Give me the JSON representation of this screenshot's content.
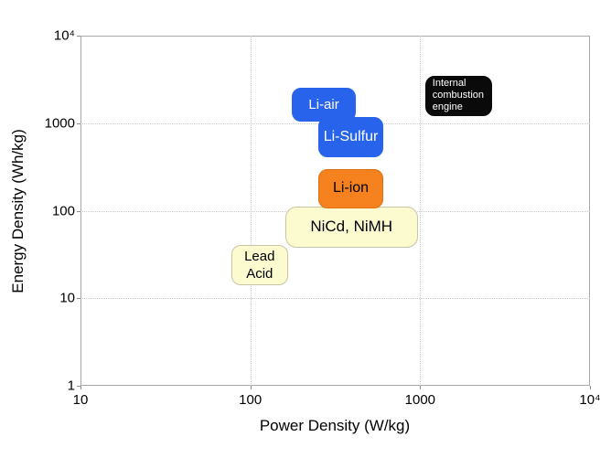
{
  "chart_data": {
    "type": "scatter",
    "title": "",
    "xlabel": "Power Density (W/kg)",
    "ylabel": "Energy Density (Wh/kg)",
    "x_scale": "log",
    "y_scale": "log",
    "xlim": [
      10,
      10000
    ],
    "ylim": [
      1,
      10000
    ],
    "grid": "dotted-major",
    "grid_color": "#C9C9C9",
    "axis_color": "#A8A8A8",
    "legend": "none",
    "x_ticks": [
      {
        "value": 10,
        "label": "10"
      },
      {
        "value": 100,
        "label": "100"
      },
      {
        "value": 1000,
        "label": "1000"
      },
      {
        "value": 10000,
        "label": "10⁴"
      }
    ],
    "y_ticks": [
      {
        "value": 1,
        "label": "1"
      },
      {
        "value": 10,
        "label": "10"
      },
      {
        "value": 100,
        "label": "100"
      },
      {
        "value": 1000,
        "label": "1000"
      },
      {
        "value": 10000,
        "label": "10⁴"
      }
    ],
    "regions": [
      {
        "id": "li-air",
        "label": "Li-air",
        "power_wkg": [
          175,
          420
        ],
        "energy_whkg": [
          1050,
          2550
        ],
        "fill": "#2864EB",
        "border": "#2864EB",
        "text_color": "#FFFFFF"
      },
      {
        "id": "li-sulfur",
        "label": "Li-Sulfur",
        "power_wkg": [
          250,
          610
        ],
        "energy_whkg": [
          410,
          1180
        ],
        "fill": "#2864EB",
        "border": "#2864EB",
        "text_color": "#FFFFFF"
      },
      {
        "id": "nicd-nimh",
        "label": "NiCd, NiMH",
        "power_wkg": [
          160,
          970
        ],
        "energy_whkg": [
          38,
          112
        ],
        "fill": "#FCFBD0",
        "border": "#C6C6A5",
        "text_color": "#000000"
      },
      {
        "id": "lead-acid",
        "label": "Lead\nAcid",
        "power_wkg": [
          77,
          167
        ],
        "energy_whkg": [
          14,
          41
        ],
        "fill": "#FCFBD0",
        "border": "#C6C6A5",
        "text_color": "#000000"
      },
      {
        "id": "li-ion",
        "label": "Li-ion",
        "power_wkg": [
          250,
          610
        ],
        "energy_whkg": [
          106,
          300
        ],
        "fill": "#F5821F",
        "border": "#DE6F10",
        "text_color": "#000000"
      },
      {
        "id": "internal-combustion-engine",
        "label": "Internal\ncombustion\nengine",
        "power_wkg": [
          1070,
          2650
        ],
        "energy_whkg": [
          1200,
          3500
        ],
        "fill": "#0A0A0A",
        "border": "#0A0A0A",
        "text_color": "#FFFFFF"
      }
    ]
  }
}
